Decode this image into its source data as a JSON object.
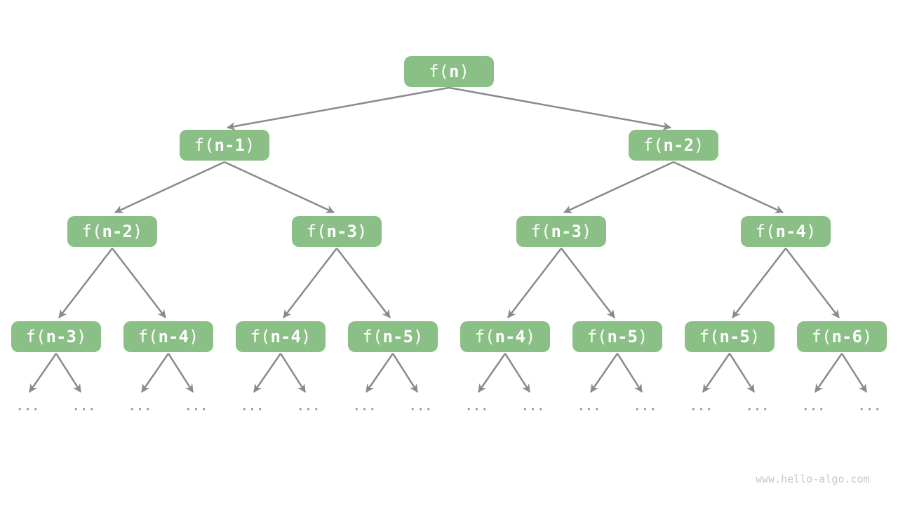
{
  "colors": {
    "node_fill": "#8ABF85",
    "node_text": "#FFFFFF",
    "edge": "#8A8A8A",
    "dots": "#9A9A9A",
    "watermark": "#C8C8C8",
    "background": "#FFFFFF"
  },
  "diagram": {
    "type": "recursion-tree",
    "ellipsis": "...",
    "watermark": "www.hello-algo.com",
    "nodes": [
      {
        "pre": "f(",
        "var": "n",
        "post": ")"
      },
      {
        "pre": "f(",
        "var": "n-1",
        "post": ")"
      },
      {
        "pre": "f(",
        "var": "n-2",
        "post": ")"
      },
      {
        "pre": "f(",
        "var": "n-2",
        "post": ")"
      },
      {
        "pre": "f(",
        "var": "n-3",
        "post": ")"
      },
      {
        "pre": "f(",
        "var": "n-3",
        "post": ")"
      },
      {
        "pre": "f(",
        "var": "n-4",
        "post": ")"
      },
      {
        "pre": "f(",
        "var": "n-3",
        "post": ")"
      },
      {
        "pre": "f(",
        "var": "n-4",
        "post": ")"
      },
      {
        "pre": "f(",
        "var": "n-4",
        "post": ")"
      },
      {
        "pre": "f(",
        "var": "n-5",
        "post": ")"
      },
      {
        "pre": "f(",
        "var": "n-4",
        "post": ")"
      },
      {
        "pre": "f(",
        "var": "n-5",
        "post": ")"
      },
      {
        "pre": "f(",
        "var": "n-5",
        "post": ")"
      },
      {
        "pre": "f(",
        "var": "n-6",
        "post": ")"
      }
    ]
  }
}
